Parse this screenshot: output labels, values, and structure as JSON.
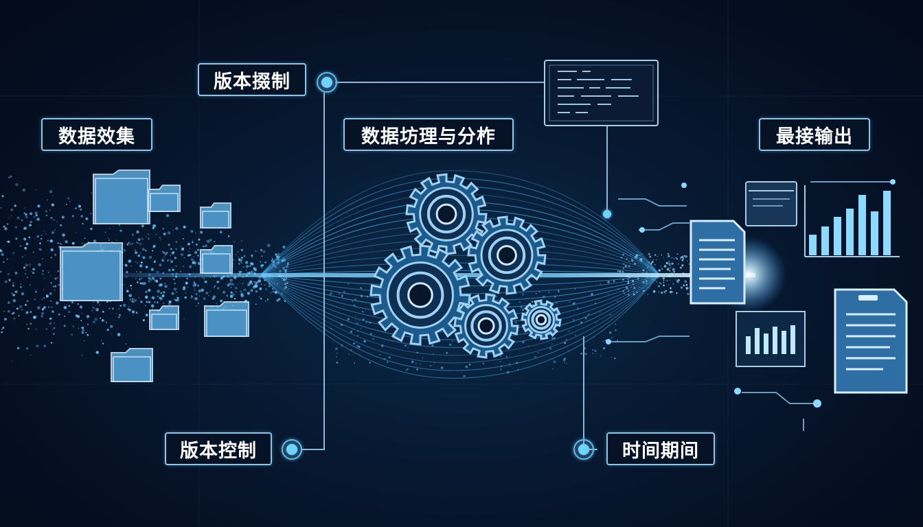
{
  "labels": {
    "data_collection": "数据效集",
    "version_control_top": "版本掇制",
    "data_processing": "数据坊理与分柞",
    "final_output": "最接输出",
    "version_control_bottom": "版本控制",
    "time_period": "时间期间"
  },
  "colors": {
    "background": "#050f22",
    "accent": "#7fd4ff",
    "label_border": "#8fc6e6",
    "glow": "#bfe9ff"
  },
  "icons": [
    "folder-icon",
    "gear-icon",
    "document-icon",
    "bar-chart-icon",
    "code-window-icon",
    "node-dot-icon"
  ]
}
